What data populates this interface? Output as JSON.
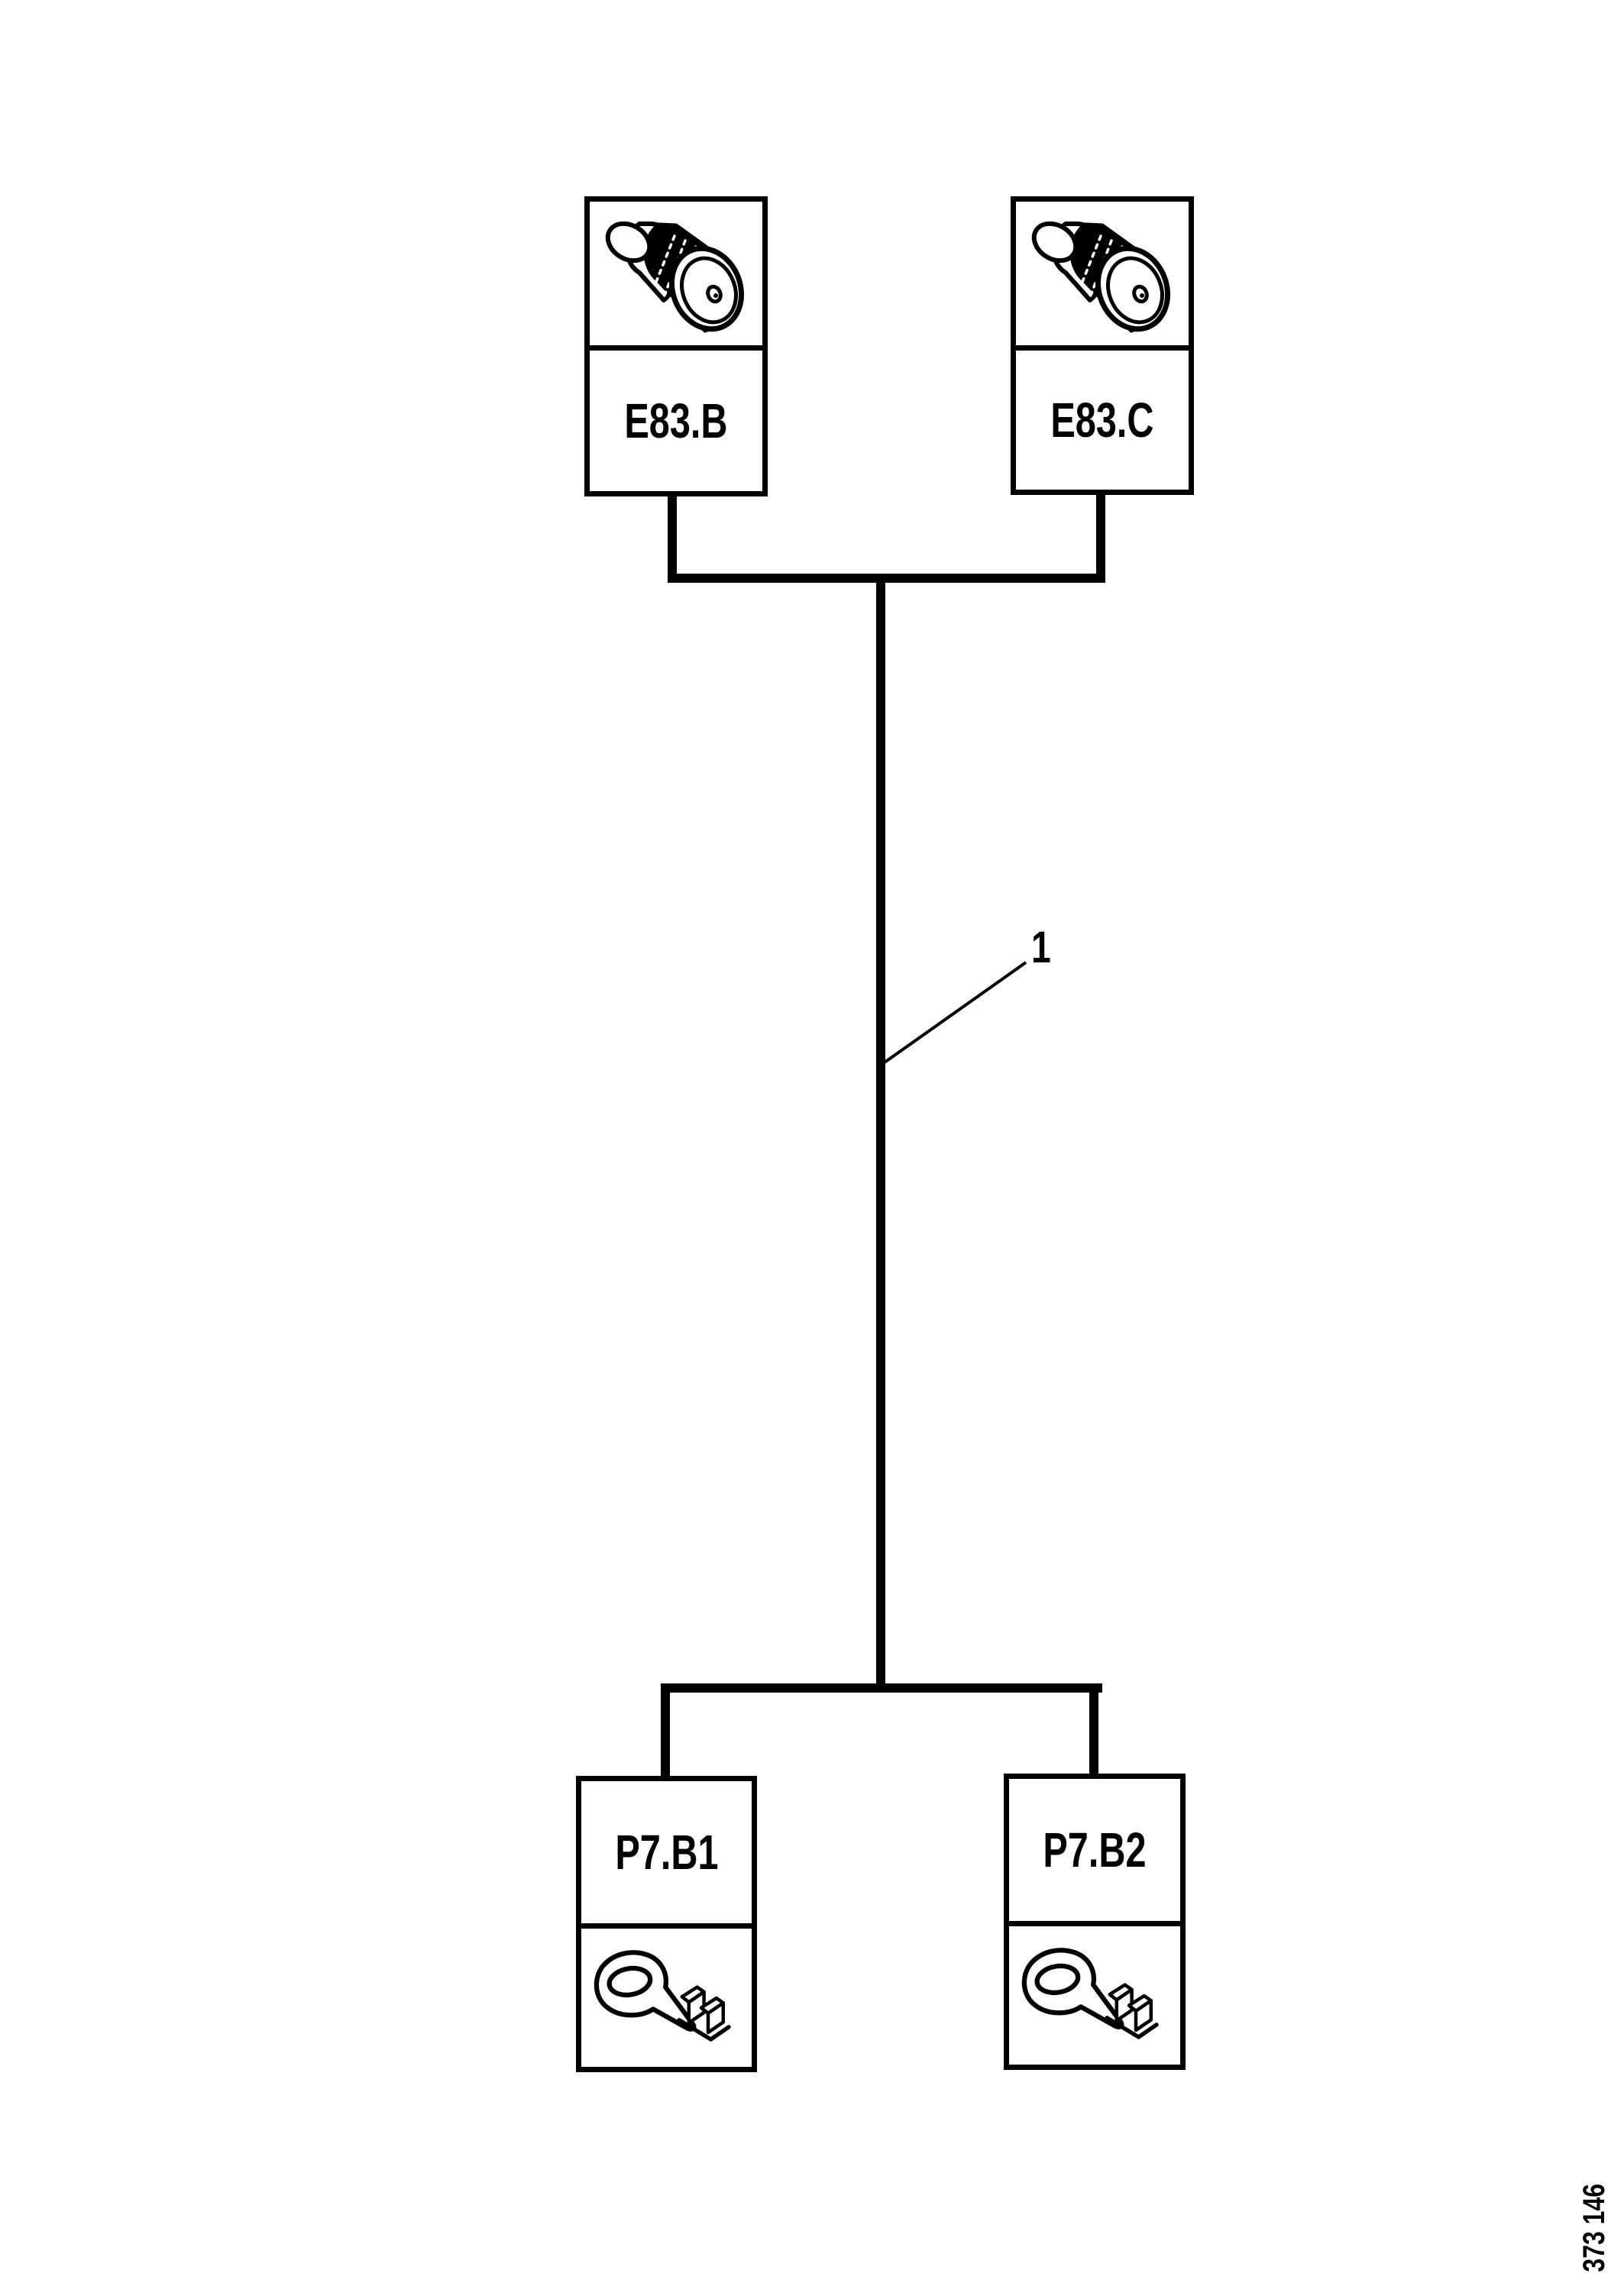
{
  "figure": {
    "type": "wiring-harness-diagram",
    "colors": {
      "ink": "#000000",
      "paper": "#ffffff"
    },
    "top_connectors": [
      {
        "label": "E83.B",
        "icon": "bullet-connector-icon"
      },
      {
        "label": "E83.C",
        "icon": "bullet-connector-icon"
      }
    ],
    "bottom_connectors": [
      {
        "label": "P7.B1",
        "icon": "ring-terminal-icon"
      },
      {
        "label": "P7.B2",
        "icon": "ring-terminal-icon"
      }
    ],
    "callout": {
      "label": "1"
    },
    "figure_number": "373 146"
  }
}
